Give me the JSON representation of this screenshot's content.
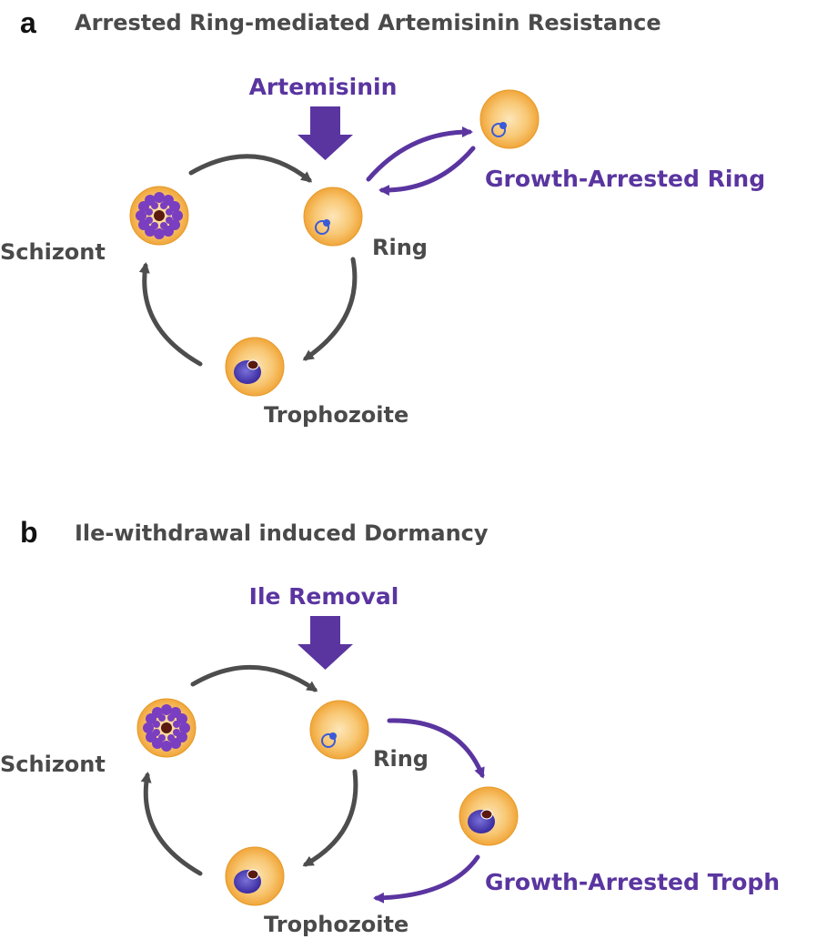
{
  "panel_a": {
    "letter": "a",
    "title": "Arrested Ring-mediated Artemisinin Resistance",
    "stimulus": "Artemisinin",
    "stages": {
      "schizont": "Schizont",
      "ring": "Ring",
      "trophozoite": "Trophozoite"
    },
    "arrested_stage": "Growth-Arrested Ring"
  },
  "panel_b": {
    "letter": "b",
    "title": "Ile-withdrawal induced Dormancy",
    "stimulus": "Ile Removal",
    "stages": {
      "schizont": "Schizont",
      "ring": "Ring",
      "trophozoite": "Trophozoite"
    },
    "arrested_stage": "Growth-Arrested Troph"
  },
  "colors": {
    "cycle_arrow": "#4d4d4d",
    "accent_purple": "#5a35a0",
    "cell_fill": "#f7b54c",
    "label_grey": "#4a4a4a"
  }
}
